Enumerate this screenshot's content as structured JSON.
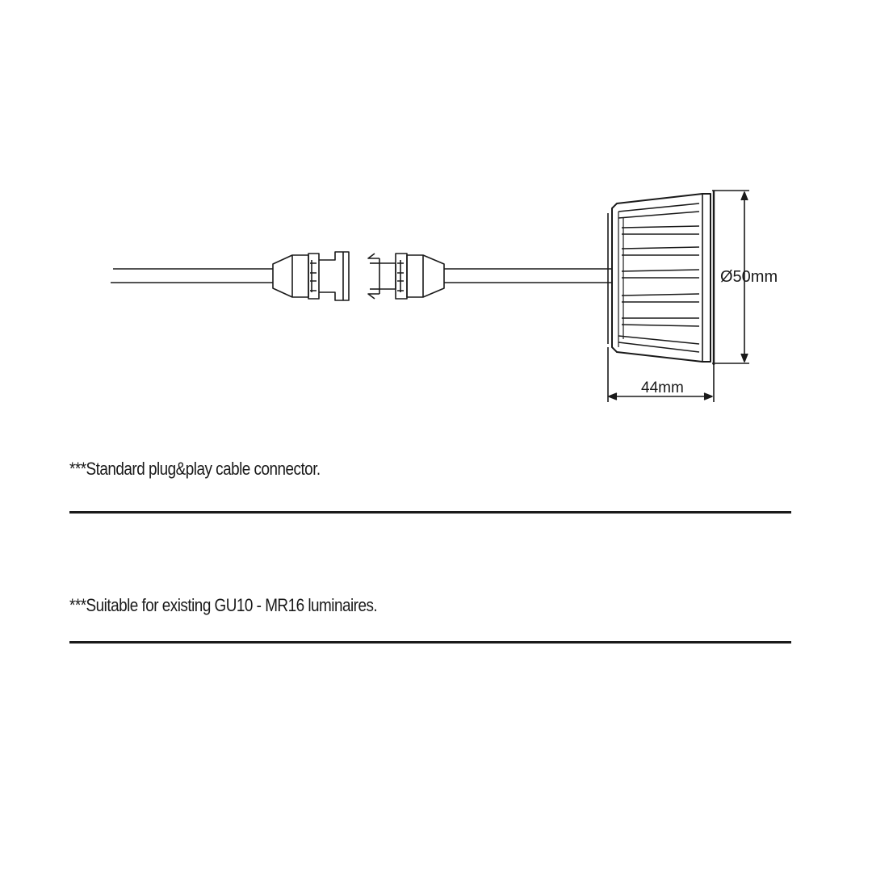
{
  "diagram": {
    "diameter_label": "Ø50mm",
    "length_label": "44mm"
  },
  "notes": [
    "***Standard plug&play cable connector.",
    "***Suitable for existing GU10 - MR16 luminaires."
  ]
}
